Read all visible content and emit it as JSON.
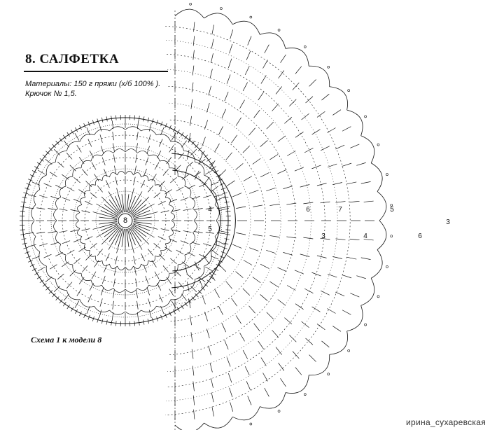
{
  "header": {
    "title": "8. САЛФЕТКА",
    "materials": "Материалы: 150 г пряжи (х/б 100% ). Крючок № 1,5."
  },
  "diagram": {
    "caption": "Схема 1 к модели 8",
    "center_label": "8",
    "row_numbers": [
      "4",
      "5",
      "6",
      "3",
      "7"
    ],
    "line_color": "#111111"
  },
  "watermark": "ирина_сухаревская"
}
